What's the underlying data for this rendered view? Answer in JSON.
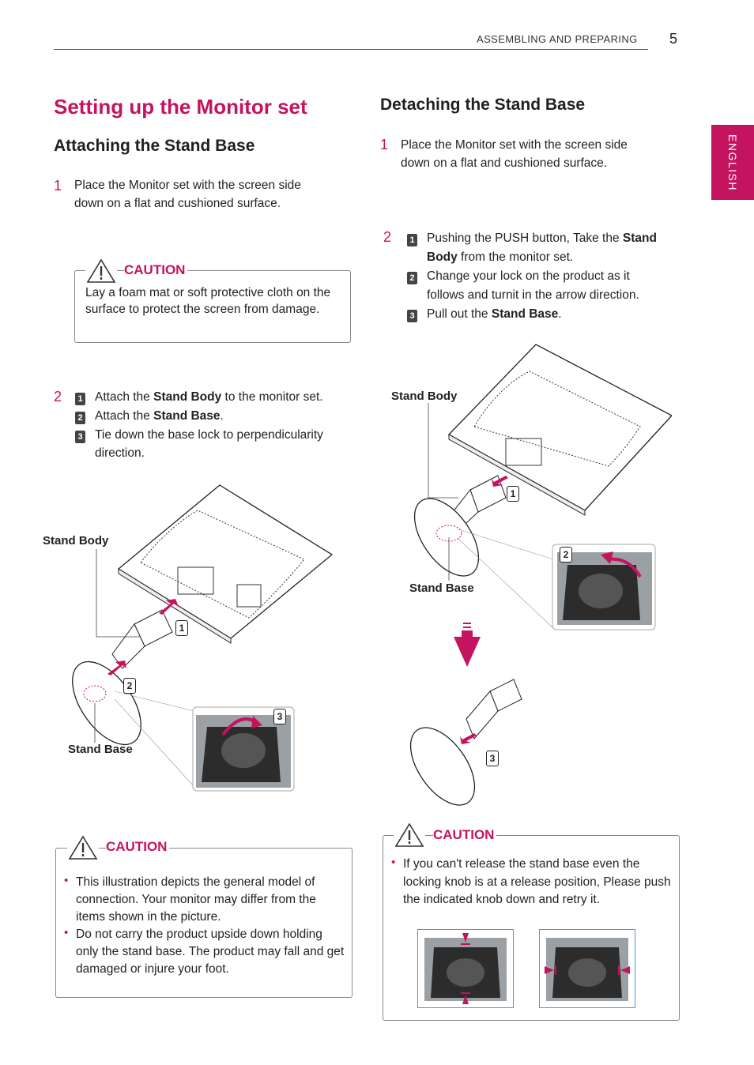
{
  "header": {
    "section": "ASSEMBLING AND PREPARING",
    "page": "5"
  },
  "side_tab": "ENGLISH",
  "title": "Setting up the Monitor set",
  "attach": {
    "heading": "Attaching the Stand Base",
    "step1_num": "1",
    "step1_text": "Place the Monitor set with the screen side down on a flat and cushioned surface.",
    "caution": {
      "label": "CAUTION",
      "text": "Lay a foam mat or soft protective cloth on the surface to protect the screen from damage."
    },
    "step2_num": "2",
    "sub1": {
      "n": "1",
      "pre": "Attach the ",
      "bold": "Stand Body",
      "post": " to the monitor set."
    },
    "sub2": {
      "n": "2",
      "pre": "Attach the ",
      "bold": "Stand Base",
      "post": "."
    },
    "sub3": {
      "n": "3",
      "text": "Tie down the base lock to perpendicularity direction."
    },
    "fig": {
      "stand_body": "Stand Body",
      "stand_base": "Stand Base",
      "c1": "1",
      "c2": "2",
      "c3": "3"
    },
    "caution2": {
      "label": "CAUTION",
      "bullets": [
        "This illustration depicts the general model of connection. Your monitor may differ from the items shown in the picture.",
        "Do not carry the product upside down holding only the stand base. The product may fall and get damaged or injure your foot."
      ]
    }
  },
  "detach": {
    "heading": "Detaching the Stand Base",
    "step1_num": "1",
    "step1_text": "Place the Monitor set with the screen side down on a flat and cushioned surface.",
    "step2_num": "2",
    "sub1": {
      "n": "1",
      "pre": "Pushing the PUSH button, Take the ",
      "bold": "Stand Body",
      "post": " from the monitor set."
    },
    "sub2": {
      "n": "2",
      "text": "Change your lock on the product as it follows and turnit in the arrow direction."
    },
    "sub3": {
      "n": "3",
      "pre": "Pull out the ",
      "bold": "Stand Base",
      "post": "."
    },
    "fig": {
      "stand_body": "Stand Body",
      "stand_base": "Stand Base",
      "c1": "1",
      "c2": "2",
      "c3": "3"
    },
    "caution": {
      "label": "CAUTION",
      "bullets": [
        "If you can't release the stand base even the locking knob is at a release position, Please push the indicated knob down and retry it."
      ]
    }
  },
  "colors": {
    "accent": "#c4135f",
    "photo_border": "#4a9ad6"
  }
}
